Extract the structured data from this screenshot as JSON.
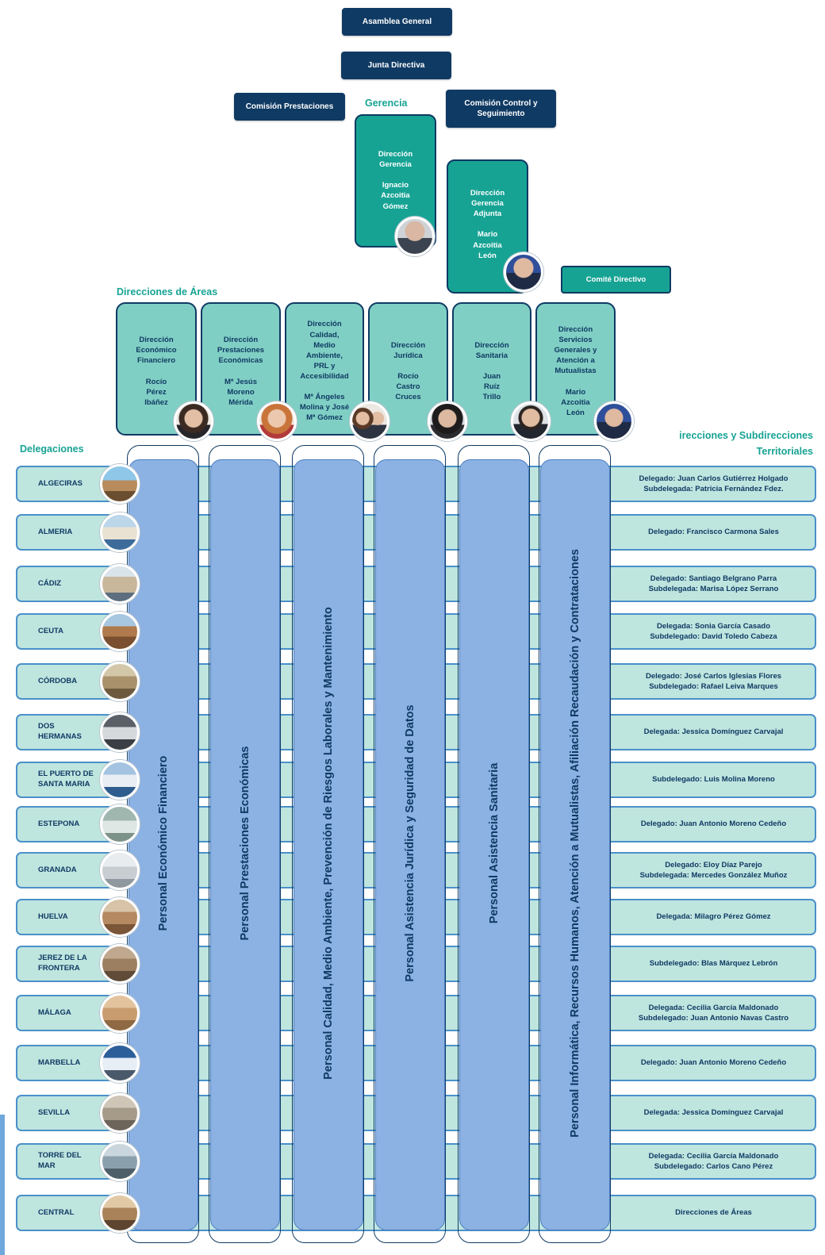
{
  "top": {
    "asamblea": "Asamblea General",
    "junta": "Junta Directiva",
    "comision_prestaciones": "Comisión Prestaciones",
    "gerencia_label": "Gerencia",
    "comision_control": "Comisión Control y\nSeguimiento",
    "comite": "Comité Directivo"
  },
  "gerencia": {
    "text": "Dirección\nGerencia\n\nIgnacio\nAzcoitia\nGómez"
  },
  "gerencia_adjunta": {
    "text": "Dirección\nGerencia\nAdjunta\n\nMario\nAzcoitia\nLeón"
  },
  "areas_title": "Direcciones de Áreas",
  "areas": [
    {
      "text": "Dirección\nEconómico\nFinanciero\n\nRocío\nPérez\nIbáñez"
    },
    {
      "text": "Dirección\nPrestaciones\nEconómicas\n\nMª Jesús\nMoreno\nMérida"
    },
    {
      "text": "Dirección\nCalidad,\nMedio\nAmbiente,\nPRL y\nAccesibilidad\n\nMª Ángeles\nMolina y José\nMª Gómez"
    },
    {
      "text": "Dirección\nJurídica\n\nRocío\nCastro\nCruces"
    },
    {
      "text": "Dirección\nSanitaria\n\nJuan\nRuíz\nTrillo"
    },
    {
      "text": "Dirección\nServicios\nGenerales y\nAtención a\nMutualistas\n\nMario\nAzcoitia\nLeón"
    }
  ],
  "delegaciones_title": "Delegaciones",
  "territoriales_title_1": "irecciones y Subdirecciones",
  "territoriales_title_2": "Territoriales",
  "personal": [
    "Personal Económico  Financiero",
    "Personal Prestaciones Económicas",
    "Personal Calidad,  Medio Ambiente, Prevención de Riesgos Laborales y Mantenimiento",
    "Personal Asistencia Jurídica y Seguridad de Datos",
    "Personal Asistencia Sanitaria",
    "Personal Informática, Recursos Humanos, Atención a Mutualistas,  Afiliación  Recaudación  y Contrataciones"
  ],
  "delegaciones": [
    {
      "name": "ALGECIRAS",
      "l1": "Delegado: Juan Carlos Gutiérrez Holgado",
      "l2": "Subdelegada: Patricia Fernández Fdez."
    },
    {
      "name": "ALMERIA",
      "l1": "Delegado: Francisco Carmona Sales",
      "l2": ""
    },
    {
      "name": "CÁDIZ",
      "l1": "Delegado: Santiago Belgrano Parra",
      "l2": "Subdelegada: Marisa López Serrano"
    },
    {
      "name": "CEUTA",
      "l1": "Delegada: Sonia García Casado",
      "l2": "Subdelegado: David Toledo Cabeza"
    },
    {
      "name": "CÓRDOBA",
      "l1": "Delegado: José Carlos Iglesias Flores",
      "l2": "Subdelegado: Rafael Leiva Marques"
    },
    {
      "name": "DOS\nHERMANAS",
      "l1": "Delegada: Jessica Domínguez Carvajal",
      "l2": ""
    },
    {
      "name": "EL PUERTO DE\nSANTA MARIA",
      "l1": "Subdelegado: Luis Molina Moreno",
      "l2": ""
    },
    {
      "name": "ESTEPONA",
      "l1": "Delegado: Juan Antonio Moreno Cedeño",
      "l2": ""
    },
    {
      "name": "GRANADA",
      "l1": "Delegado: Eloy Díaz Parejo",
      "l2": "Subdelegada: Mercedes González Muñoz"
    },
    {
      "name": "HUELVA",
      "l1": "Delegada: Milagro Pérez Gómez",
      "l2": ""
    },
    {
      "name": "JEREZ DE LA\nFRONTERA",
      "l1": "Subdelegado: Blas Márquez Lebrón",
      "l2": ""
    },
    {
      "name": "MÁLAGA",
      "l1": "Delegada: Cecilia García Maldonado",
      "l2": "Subdelegado: Juan Antonio Navas Castro"
    },
    {
      "name": "MARBELLA",
      "l1": "Delegado: Juan Antonio Moreno Cedeño",
      "l2": ""
    },
    {
      "name": "SEVILLA",
      "l1": "Delegada: Jessica Domínguez Carvajal",
      "l2": ""
    },
    {
      "name": "TORRE DEL\nMAR",
      "l1": "Delegada: Cecilia García Maldonado",
      "l2": "Subdelegado: Carlos Cano Pérez"
    },
    {
      "name": "CENTRAL",
      "l1": "Direcciones de Áreas",
      "l2": ""
    }
  ]
}
